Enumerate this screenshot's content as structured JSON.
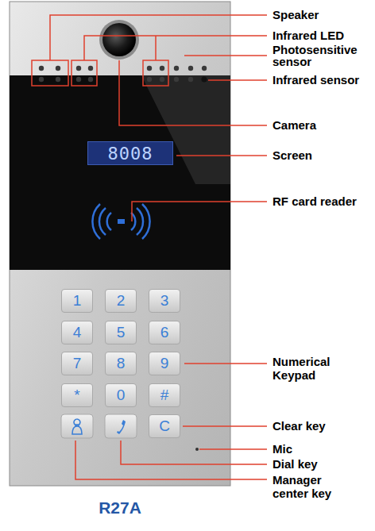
{
  "diagram": {
    "caption": "R27A",
    "nodes": [
      {
        "text": [
          "8008"
        ]
      },
      {
        "text": [
          "1"
        ]
      },
      {
        "text": [
          "2"
        ]
      },
      {
        "text": [
          "3"
        ]
      },
      {
        "text": [
          "4"
        ]
      },
      {
        "text": [
          "5"
        ]
      },
      {
        "text": [
          "6"
        ]
      },
      {
        "text": [
          "7"
        ]
      },
      {
        "text": [
          "8"
        ]
      },
      {
        "text": [
          "9"
        ]
      },
      {
        "text": [
          "*"
        ]
      },
      {
        "text": [
          "0"
        ]
      },
      {
        "text": [
          "#"
        ]
      },
      {
        "text": [
          "C"
        ]
      }
    ],
    "edges": [],
    "labels": [
      "Speaker",
      "Infrared LED",
      "Photosensitive sensor",
      "Infrared sensor",
      "Camera",
      "Screen",
      "RF card reader",
      "Numerical Keypad",
      "Clear key",
      "Mic",
      "Dial key",
      "Manager center key"
    ]
  }
}
